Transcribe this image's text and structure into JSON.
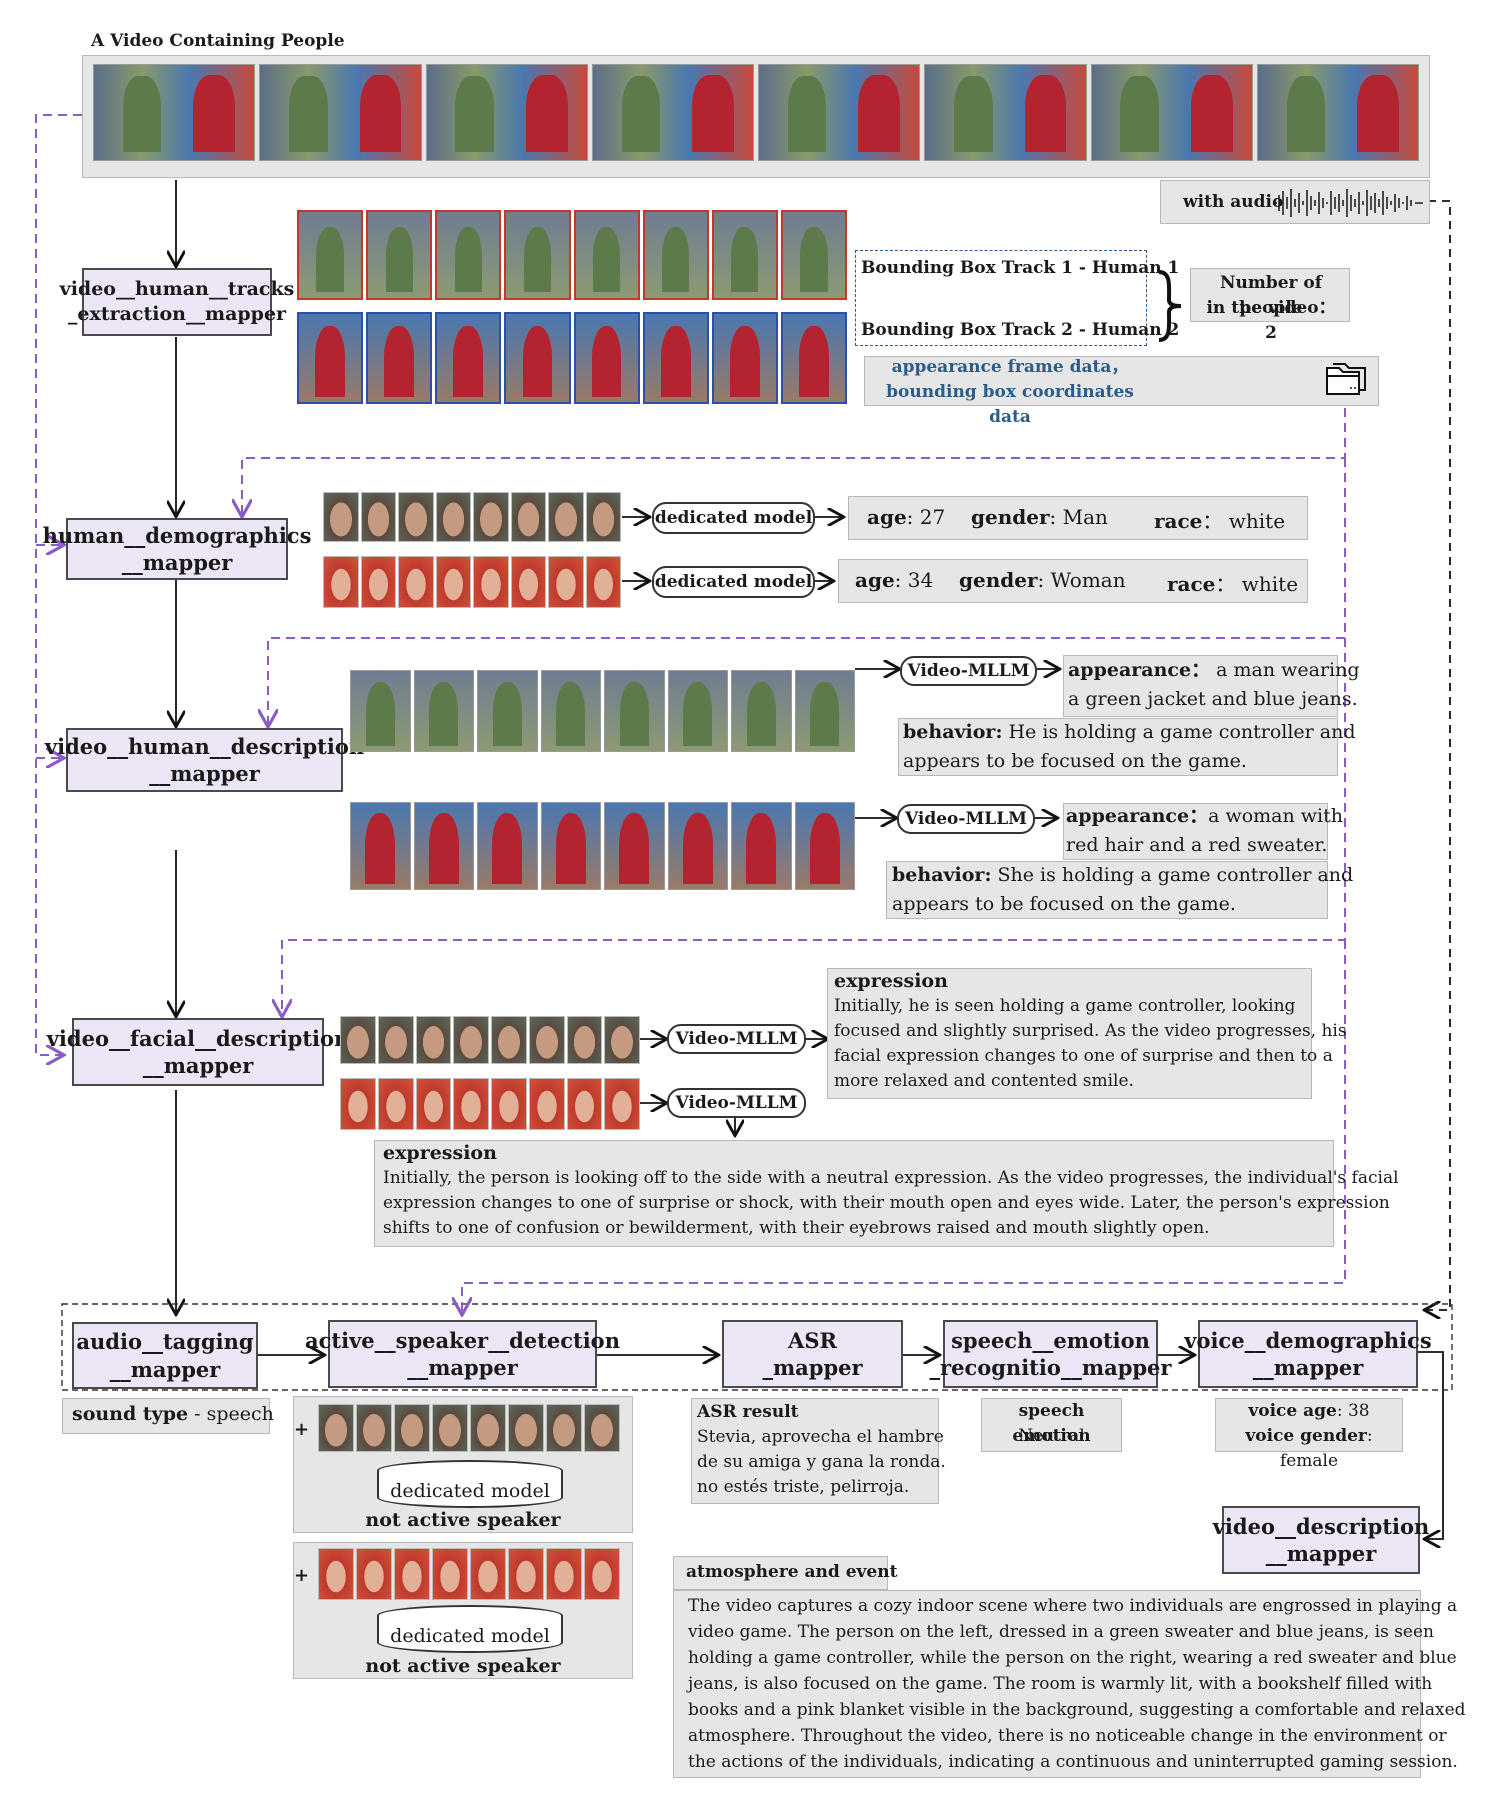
{
  "title": "A Video Containing People",
  "audio_label": "with audio",
  "nodes": {
    "tracks": [
      "video__human__tracks",
      "_extraction__mapper"
    ],
    "demographics": [
      "human__demographics",
      "__mapper"
    ],
    "human_description": [
      "video__human__description",
      "__mapper"
    ],
    "facial_description": [
      "video__facial__description",
      "__mapper"
    ],
    "audio_tagging": [
      "audio__tagging",
      "__mapper"
    ],
    "active_speaker": [
      "active__speaker__detection",
      "__mapper"
    ],
    "asr": [
      "ASR",
      "_mapper"
    ],
    "speech_emotion": [
      "speech__emotion",
      "_recognitio__mapper"
    ],
    "voice_demographics": [
      "voice__demographics",
      "__mapper"
    ],
    "video_description": [
      "video__description",
      "__mapper"
    ]
  },
  "tracks": {
    "track1": "Bounding Box Track  1 - Human 1",
    "track2": "Bounding Box Track 2 - Human 2",
    "count": [
      "Number of people",
      "in the video： 2"
    ],
    "data": [
      "appearance frame data，",
      "bounding box coordinates data"
    ]
  },
  "demographics": {
    "model": "dedicated model",
    "p1": {
      "age_label": "age",
      "age": ": 27",
      "gender_label": "gender",
      "gender": ": Man",
      "race_label": "race",
      "race": "： white"
    },
    "p2": {
      "age_label": "age",
      "age": ": 34",
      "gender_label": "gender",
      "gender": ": Woman",
      "race_label": "race",
      "race": "： white"
    }
  },
  "description": {
    "model": "Video-MLLM",
    "p1": {
      "appearance_label": "appearance：",
      "appearance_l1": " a man wearing",
      "appearance_l2": "a green jacket and blue jeans.",
      "behavior_label": "behavior:",
      "behavior_l1": " He is holding a game controller and",
      "behavior_l2": "appears to be focused on the game."
    },
    "p2": {
      "appearance_label": "appearance：",
      "appearance_l1": "a woman with",
      "appearance_l2": "red hair and a red sweater.",
      "behavior_label": "behavior:",
      "behavior_l1": " She is holding a game controller and",
      "behavior_l2": "appears to be focused on the game."
    }
  },
  "facial": {
    "model": "Video-MLLM",
    "expr1_title": "expression",
    "expr1_lines": [
      "Initially, he is seen holding a game controller, looking",
      "focused and slightly surprised. As the video progresses, his",
      "facial expression changes to one of surprise and then to a",
      "more relaxed and contented smile."
    ],
    "expr2_title": "expression",
    "expr2_lines": [
      "Initially, the person is looking off to the side with a neutral expression. As the video progresses, the individual's facial",
      "expression changes to one of surprise or shock, with their mouth open and eyes wide. Later, the person's expression",
      "shifts to one of confusion or bewilderment, with their eyebrows raised and mouth slightly open."
    ]
  },
  "audio": {
    "sound_label": "sound type",
    "sound_value": " - speech",
    "speaker_model": "dedicated model",
    "not_active": "not active speaker",
    "plus": "+",
    "asr_title": "ASR result",
    "asr_lines": [
      "Stevia, aprovecha el hambre",
      "de su amiga y gana la ronda.",
      "no estés triste, pelirroja."
    ],
    "emotion_title": "speech emotion",
    "emotion_value": "Neutral",
    "voice_age_label": "voice age",
    "voice_age": ": 38",
    "voice_gender_label": "voice gender",
    "voice_gender": ": female"
  },
  "atmosphere": {
    "title": "atmosphere and event",
    "lines": [
      "The video captures a cozy indoor scene where two individuals are engrossed in playing a",
      "video game. The person on the left, dressed in a green sweater and blue jeans, is seen",
      "holding a game controller, while the person on the right, wearing a red sweater and blue",
      "jeans, is also focused on the game. The room is warmly lit, with a bookshelf filled with",
      "books and a pink blanket visible in the background, suggesting a comfortable and relaxed",
      "atmosphere. Throughout the video, there is no noticeable change in the environment or",
      "the actions of the individuals, indicating a continuous and uninterrupted gaming session."
    ]
  },
  "colors": {
    "node_fill": "#ece6f7",
    "gray_box": "#e6e6e6",
    "purple_dash": "#8a5cc6",
    "blue_text": "#2a5d8a",
    "face_man": "#c49a80",
    "face_woman": "#d0543c",
    "shirt_green": "#5c7a4a",
    "sweater_red": "#b32430"
  },
  "icons": [
    "folder-icon",
    "waveform-icon",
    "curly-brace-icon",
    "person-thumbnail"
  ]
}
